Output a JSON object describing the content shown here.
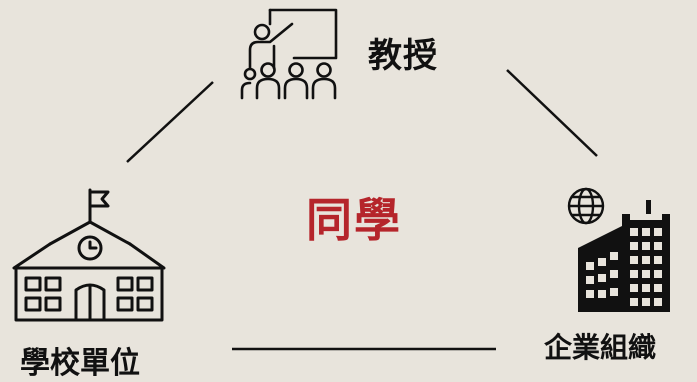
{
  "center": {
    "label": "同學",
    "color": "#b5252b"
  },
  "nodes": {
    "professor": {
      "label": "教授",
      "icon": "teacher-classroom-icon"
    },
    "school": {
      "label": "學校單位",
      "icon": "school-building-icon"
    },
    "enterprise": {
      "label": "企業組織",
      "icon": "corporate-buildings-globe-icon"
    }
  },
  "colors": {
    "background": "#e8e4dc",
    "line": "#111111",
    "text": "#111111"
  }
}
